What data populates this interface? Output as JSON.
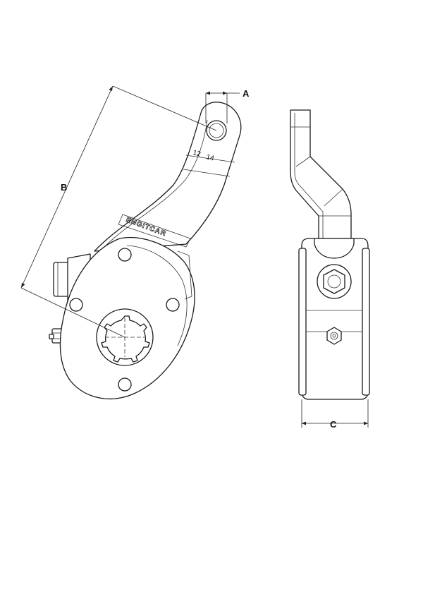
{
  "dimensions": {
    "a": "A",
    "b": "B",
    "c": "C"
  },
  "arm_markings": {
    "left": "12",
    "right": "14"
  },
  "brand": "ENGITCAR",
  "colors": {
    "line": "#1a1a1a",
    "background": "#ffffff"
  }
}
